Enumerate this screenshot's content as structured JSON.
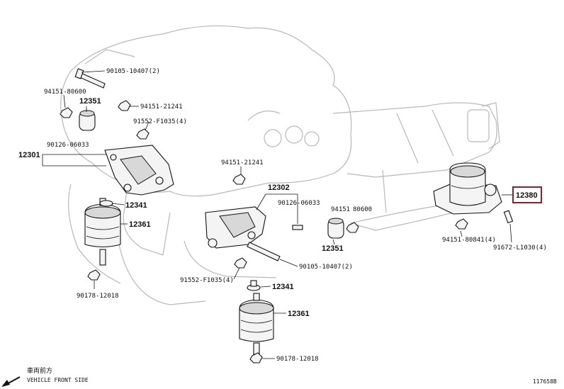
{
  "labels": {
    "p1": "90105-10407(2)",
    "p2": "94151-80600",
    "p3": "12351",
    "p4": "94151-21241",
    "p5": "91552-F1035(4)",
    "p6": "12301",
    "p7": "90126-06033",
    "p8": "12341",
    "p9": "12361",
    "p10": "90178-12018",
    "p11": "94151-21241",
    "p12": "12302",
    "p13": "90126-06033",
    "p14": "94151",
    "p15": "80600",
    "p16": "12351",
    "p17": "90105-10407(2)",
    "p18": "91552-F1035(4)",
    "p19": "12341",
    "p20": "12361",
    "p21": "90178-12018",
    "p22": "12380",
    "p23": "94151-80841(4)",
    "p24": "91672-L1030(4)"
  },
  "footer": {
    "front_text_jp": "車両前方",
    "front_text_en": "VEHICLE FRONT SIDE",
    "diagram_id": "117658B"
  },
  "colors": {
    "highlight": "#9b1b2e",
    "ghost_outline": "#b8b8b8",
    "ink": "#111111"
  },
  "icons": {
    "front_arrow": "arrow-left-down-icon"
  }
}
